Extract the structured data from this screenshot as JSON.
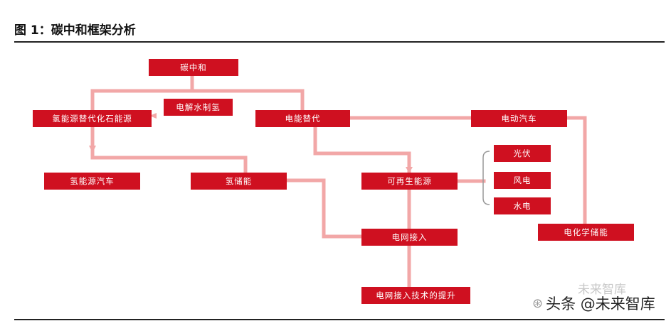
{
  "figure": {
    "title": "图 1：碳中和框架分析"
  },
  "nodes": {
    "carbon_neutral": "碳中和",
    "hydrogen_production": "电解水制氢",
    "hydrogen_replace_fossil": "氢能源替代化石能源",
    "electricity_replace": "电能替代",
    "electric_vehicle": "电动汽车",
    "pv": "光伏",
    "wind": "风电",
    "hydro": "水电",
    "hydrogen_vehicle": "氢能源汽车",
    "hydrogen_storage": "氢储能",
    "renewable": "可再生能源",
    "grid_access": "电网接入",
    "electrochemical_storage": "电化学储能",
    "grid_tech_upgrade": "电网接入技术的提升"
  },
  "watermark": {
    "text": "头条 @未来智库",
    "faint_text": "未来智库"
  },
  "colors": {
    "node_fill": "#cf1020",
    "connector": "#f2a7a7"
  }
}
